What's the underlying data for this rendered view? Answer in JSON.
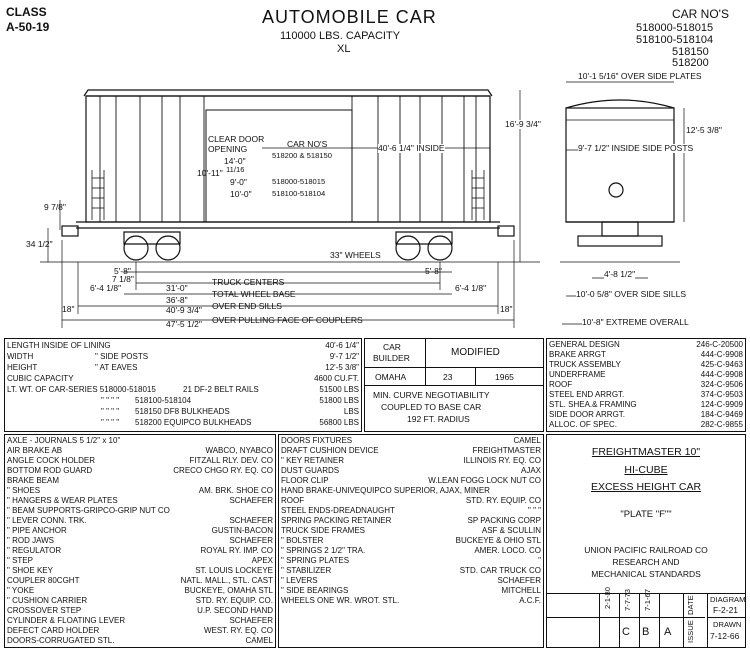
{
  "header": {
    "class_label": "CLASS",
    "class_value": "A-50-19",
    "title": "AUTOMOBILE CAR",
    "capacity": "110000 LBS. CAPACITY",
    "xl": "XL",
    "car_nos_label": "CAR NO'S",
    "car_nos": [
      "518000-518015",
      "518100-518104",
      "518150",
      "518200"
    ]
  },
  "elevation": {
    "clear_door_opening": [
      "CLEAR DOOR",
      "OPENING"
    ],
    "door_dim_1": "14'-0\"",
    "door_dim_2": "10'-11\"",
    "door_frac": "11/16",
    "car_nos_title": "CAR NO'S",
    "car_nos_line": "518200 & 518150",
    "door_9": "9'-0\"",
    "door_10": "10'-0\"",
    "car_range_1": "518000-518015",
    "car_range_2": "518100-518104",
    "inside_length": "40'-6 1/4\" INSIDE",
    "height_total": "16'-9 3/4\"",
    "height_sill": "9 7/8\"",
    "height_coupler": "34 1/2\"",
    "wheels": "33\" WHEELS",
    "truck_wb_l": "5'-8\"",
    "truck_wb_r": "5'-8\"",
    "overhang_l": "6'-4 1/8\"",
    "overhang_r": "6'-4 1/8\"",
    "small_l": "7 1/8\"",
    "truck_centers_val": "31'-0\"",
    "truck_centers_lbl": "TRUCK CENTERS",
    "total_wb_val": "36'-8\"",
    "total_wb_lbl": "TOTAL WHEEL BASE",
    "end_sills_val": "40'-9 3/4\"",
    "end_sills_lbl": "OVER END SILLS",
    "couplers_val": "47'-5 1/2\"",
    "couplers_lbl": "OVER PULLING FACE OF COUPLERS",
    "end_18_l": "18\"",
    "end_18_r": "18\""
  },
  "end_view": {
    "over_side_plates": "10'-1 5/16\" OVER SIDE PLATES",
    "dim_12": "12'-5 3/8\"",
    "inside_side_posts": "9'-7 1/2\" INSIDE SIDE POSTS",
    "dim_4": "4'-8 1/2\"",
    "over_side_sills": "10'-0 5/8\" OVER SIDE SILLS",
    "extreme_overall": "10'-8\" EXTREME OVERALL"
  },
  "dims_table": [
    [
      "LENGTH INSIDE OF LINING",
      "",
      "40'-6 1/4\""
    ],
    [
      "WIDTH",
      "\" SIDE POSTS",
      "9'-7 1/2\""
    ],
    [
      "HEIGHT",
      "\" AT EAVES",
      "12'-5 3/8\""
    ],
    [
      "CUBIC CAPACITY",
      "",
      "4600 CU.FT."
    ],
    [
      "LT. WT. OF CAR-SERIES 518000-518015",
      "21 DF-2 BELT RAILS",
      "51500 LBS"
    ],
    [
      "\"  \"  \"  \"",
      "518100-518104",
      "51800 LBS"
    ],
    [
      "\"  \"  \"  \"",
      "518150        DF8 BULKHEADS",
      "LBS"
    ],
    [
      "\"  \"  \"  \"",
      "518200      EQUIPCO BULKHEADS",
      "56800 LBS"
    ]
  ],
  "builder": {
    "car_builder_lbl": [
      "CAR",
      "BUILDER"
    ],
    "modified_lbl": "MODIFIED",
    "builder": "OMAHA",
    "m1": "23",
    "m2": "1965",
    "curve": [
      "MIN. CURVE NEGOTIABILITY",
      "COUPLED TO BASE CAR",
      "192 FT. RADIUS"
    ]
  },
  "general_table": [
    [
      "GENERAL DESIGN",
      "246-C-20500"
    ],
    [
      "BRAKE ARRGT",
      "444-C-9908"
    ],
    [
      "TRUCK ASSEMBLY",
      "425-C-9463"
    ],
    [
      "UNDERFRAME",
      "444-C-9908"
    ],
    [
      "ROOF",
      "324-C-9506"
    ],
    [
      "STEEL END ARRGT.",
      "374-C-9503"
    ],
    [
      "STL. SHEA.& FRAMING",
      "124-C-9909"
    ],
    [
      "SIDE DOOR ARRGT.",
      "184-C-9469"
    ],
    [
      "ALLOC. OF SPEC.",
      "282-C-9855"
    ]
  ],
  "parts_left": [
    [
      "AXLE - JOURNALS 5 1/2\" x 10\"",
      ""
    ],
    [
      "AIR BRAKE AB",
      "WABCO, NYABCO"
    ],
    [
      "ANGLE COCK HOLDER",
      "FITZALL RLY. DEV. CO"
    ],
    [
      "BOTTOM ROD GUARD",
      "CRECO CHGO RY. EQ. CO"
    ],
    [
      "BRAKE BEAM",
      ""
    ],
    [
      "\"  SHOES",
      "AM. BRK. SHOE CO"
    ],
    [
      "\"  HANGERS & WEAR PLATES",
      "SCHAEFER"
    ],
    [
      "\"  BEAM SUPPORTS-GRIPCO-GRIP NUT CO",
      ""
    ],
    [
      "\"  LEVER CONN. TRK.",
      "SCHAEFER"
    ],
    [
      "\"  PIPE ANCHOR",
      "GUSTIN-BACON"
    ],
    [
      "\"  ROD JAWS",
      "SCHAEFER"
    ],
    [
      "\"  REGULATOR",
      "ROYAL RY. IMP. CO"
    ],
    [
      "\"  STEP",
      "APEX"
    ],
    [
      "\"  SHOE KEY",
      "ST. LOUIS LOCKEYE"
    ],
    [
      "COUPLER 80CGHT",
      "NATL. MALL., STL. CAST"
    ],
    [
      "\"  YOKE",
      "BUCKEYE, OMAHA STL"
    ],
    [
      "\"  CUSHION CARRIER",
      "STD. RY. EQUIP. CO."
    ],
    [
      "CROSSOVER STEP",
      "U.P. SECOND HAND"
    ],
    [
      "CYLINDER & FLOATING LEVER",
      "SCHAEFER"
    ],
    [
      "DEFECT CARD HOLDER",
      "WEST. RY. EQ. CO"
    ],
    [
      "DOORS-CORRUGATED STL.",
      "CAMEL"
    ]
  ],
  "parts_mid": [
    [
      "DOORS FIXTURES",
      "CAMEL"
    ],
    [
      "DRAFT CUSHION DEVICE",
      "FREIGHTMASTER"
    ],
    [
      "\"  KEY RETAINER",
      "ILLINOIS RY. EQ. CO"
    ],
    [
      "DUST GUARDS",
      "AJAX"
    ],
    [
      "FLOOR CLIP",
      "W.LEAN FOGG LOCK NUT CO"
    ],
    [
      "HAND BRAKE-UNIVEQUIPCO SUPERIOR, AJAX, MINER",
      ""
    ],
    [
      "ROOF",
      "STD. RY. EQUIP. CO"
    ],
    [
      "STEEL ENDS-DREADNAUGHT",
      "\"  \"  \""
    ],
    [
      "SPRING PACKING RETAINER",
      "SP PACKING CORP"
    ],
    [
      "TRUCK SIDE FRAMES",
      "ASF & SCULLIN"
    ],
    [
      "\"  BOLSTER",
      "BUCKEYE & OHIO STL"
    ],
    [
      "\"  SPRINGS 2 1/2\" TRA.",
      "AMER. LOCO. CO"
    ],
    [
      "\"  SPRING PLATES",
      "\""
    ],
    [
      "\"  STABILIZER",
      "STD. CAR TRUCK CO"
    ],
    [
      "\"  LEVERS",
      "SCHAEFER"
    ],
    [
      "\"  SIDE BEARINGS",
      "MITCHELL"
    ],
    [
      "WHEELS ONE WR. WROT. STL.",
      "A.C.F."
    ]
  ],
  "title_block": {
    "line1": "FREIGHTMASTER 10\"",
    "line2": "HI-CUBE",
    "line3": "EXCESS HEIGHT CAR",
    "plate": "\"PLATE \"F\"\"",
    "org1": "UNION PACIFIC RAILROAD CO",
    "org2": "RESEARCH AND",
    "org3": "MECHANICAL STANDARDS",
    "rev_c_date": "2-1-80",
    "rev_b_date": "7-7-73",
    "rev_a_date": "7-1-67",
    "rev_c": "C",
    "rev_b": "B",
    "rev_a": "A",
    "issue_lbl": "ISSUE",
    "date_lbl": "DATE",
    "diagram_lbl": "DIAGRAM",
    "diagram_no": "F-2-21",
    "drawn_lbl": "DRAWN",
    "drawn_date": "7-12-66"
  }
}
